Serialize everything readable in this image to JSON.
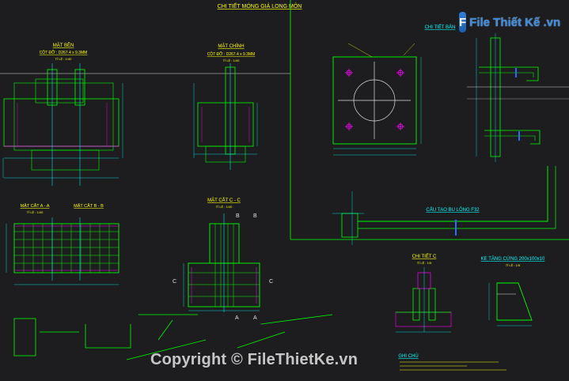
{
  "title": "CHI TIẾT MÓNG GIÁ LONG MÔN",
  "views": {
    "mat_ben": {
      "title": "MẶT BÊN",
      "sub": "CỘT ĐỠ : D267.4 x 9.3MM",
      "scale": "TỈ LỆ : 1/40"
    },
    "mat_chinh": {
      "title": "MẶT CHÍNH",
      "sub": "CỘT ĐỠ : D267.4 x 9.3MM",
      "scale": "TỈ LỆ : 1/40"
    },
    "chi_tiet_ban": {
      "title": "CHI TIẾT BẢN"
    },
    "cat_aa": {
      "title": "MẶT CẮT A - A",
      "scale": "TỈ LỆ : 1/40"
    },
    "cat_bb": {
      "title": "MẶT CẮT B - B"
    },
    "cat_cc": {
      "title": "MẶT CẮT C - C",
      "scale": "TỈ LỆ : 1/40"
    },
    "cau_tao": {
      "title": "CẤU TẠO BU LÔNG F32"
    },
    "chi_tiet_c": {
      "title": "CHI TIẾT C",
      "scale": "TỈ LỆ : 1/5"
    },
    "ke_tang_cung": {
      "title": "KE TĂNG CỨNG 200x100x10",
      "scale": "TỈ LỆ : 1/5"
    },
    "ghi_chu": {
      "title": "GHI CHÚ"
    }
  },
  "section_markers": {
    "a": "A",
    "b": "B",
    "c": "C"
  },
  "watermark": {
    "logo_letter": "F",
    "logo_text": "File Thiết Kế .vn",
    "copyright": "Copyright © FileThietKe.vn"
  },
  "colors": {
    "background": "#1d1d1f",
    "lines": "#00ff00",
    "text": "#ffff00",
    "dims": "#00ffff",
    "hatch": "#ff33ff",
    "bolts": "#ff00ff"
  }
}
